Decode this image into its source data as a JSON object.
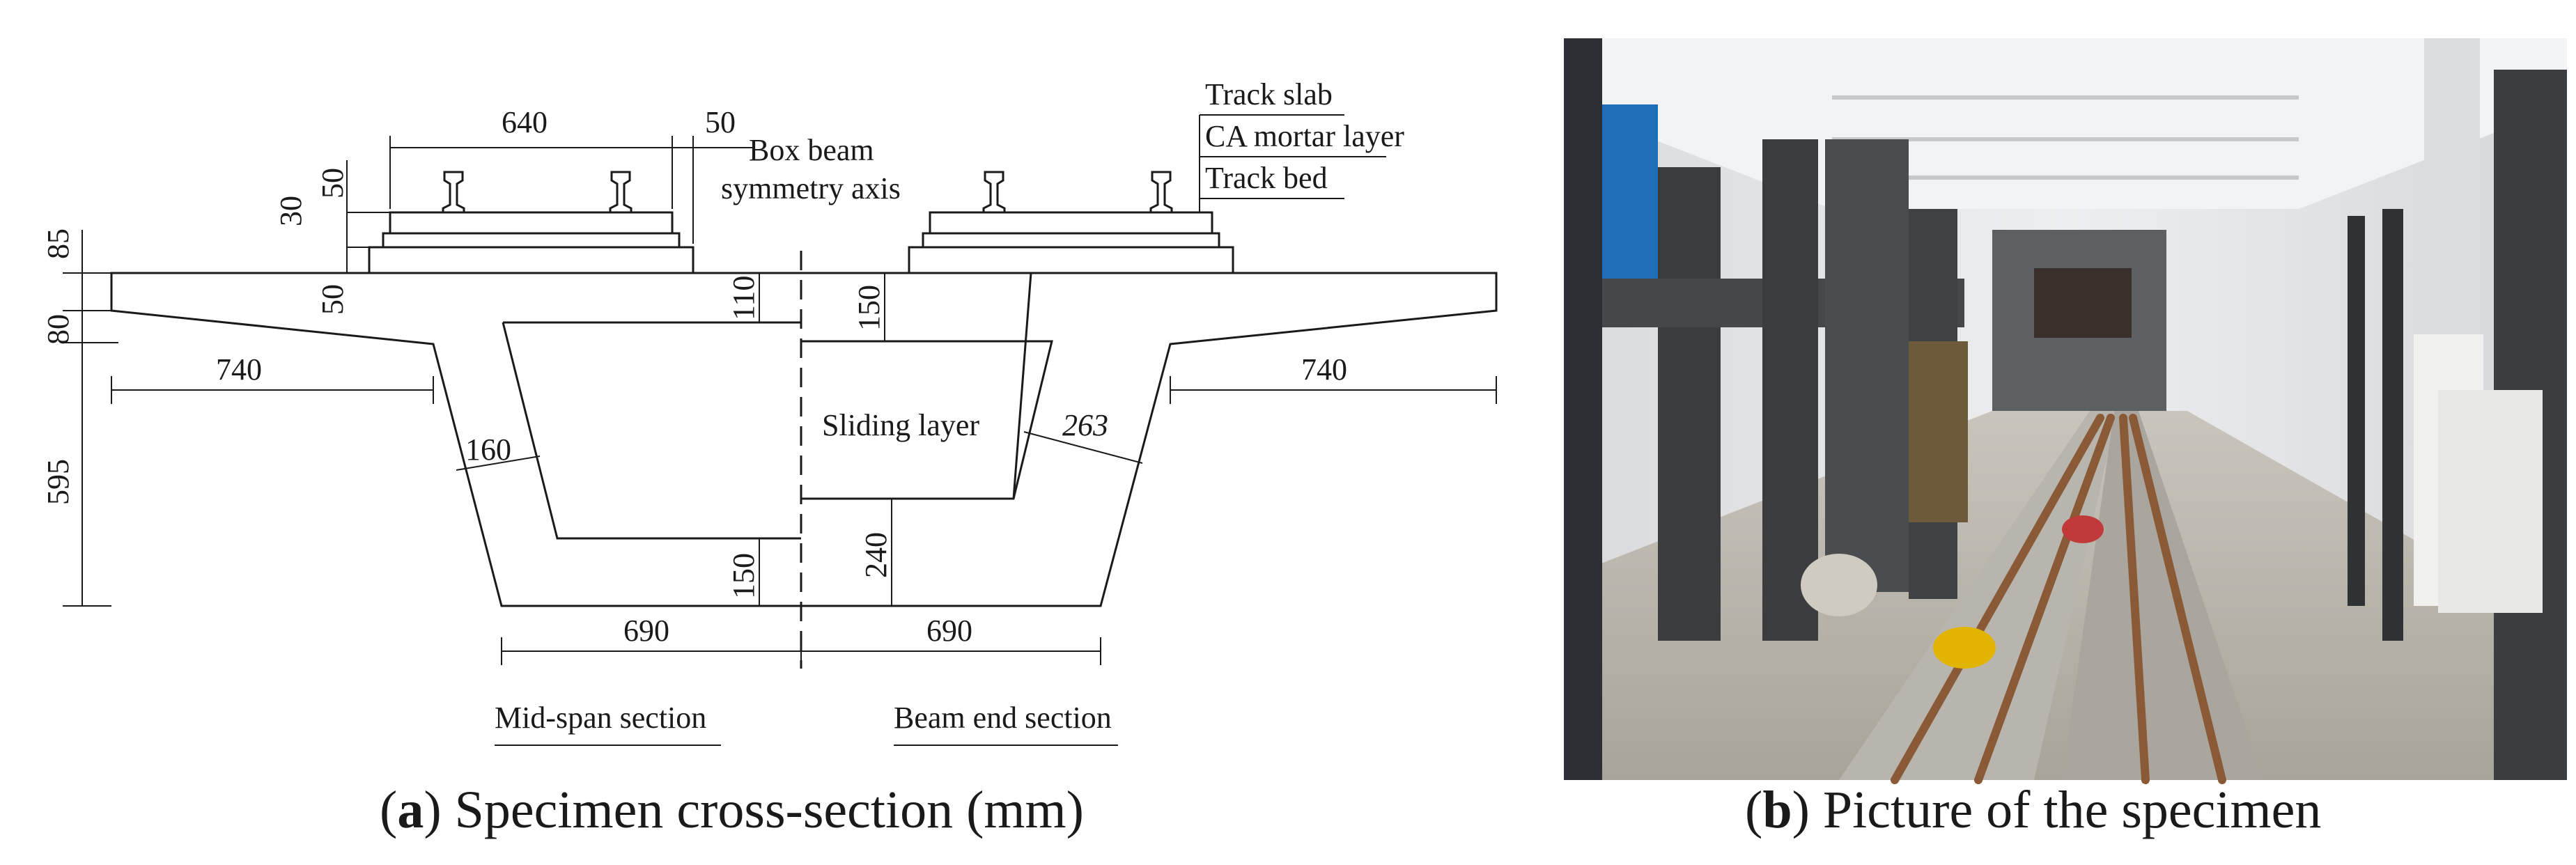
{
  "diagram": {
    "layer_labels": [
      "Track slab",
      "CA mortar layer",
      "Track bed"
    ],
    "axis_label_line1": "Box beam",
    "axis_label_line2": "symmetry axis",
    "sliding_layer_label": "Sliding layer",
    "mid_span_label": "Mid-span section",
    "beam_end_label": "Beam end section",
    "dimensions": {
      "slab_width": "640",
      "slab_edge": "50",
      "rail_height": "50",
      "layer_thickness": "30",
      "total_track_height": "85",
      "deck_thickness_left": "50",
      "flange_drop": "80",
      "cantilever_left": "740",
      "cantilever_right": "740",
      "box_height": "595",
      "top_slab_mid": "110",
      "top_slab_end": "150",
      "web_mid": "160",
      "web_end": "263",
      "bottom_slab_mid": "150",
      "bottom_slab_end": "240",
      "half_bottom_left": "690",
      "half_bottom_right": "690"
    }
  },
  "captions": {
    "a_letter": "a",
    "a_text": "Specimen cross-section (mm)",
    "b_letter": "b",
    "b_text": "Picture of the specimen"
  },
  "photo": {
    "colors": {
      "wall": "#e6e8ea",
      "ceiling": "#f2f3f4",
      "steel_dark": "#3a3c3e",
      "blue_panel": "#1f6fb8",
      "floor": "#b9b5ac",
      "rail_rust": "#8a5a36"
    }
  }
}
